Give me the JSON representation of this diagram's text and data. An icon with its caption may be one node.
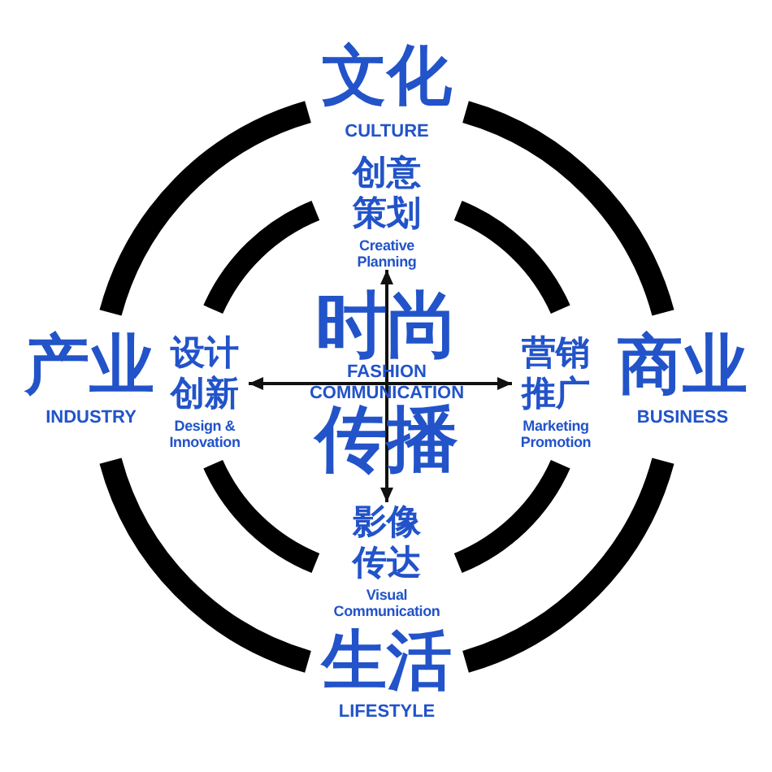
{
  "diagram": {
    "nodes": [
      {
        "text": [
          "创意策划",
          "Creative Planning"
        ]
      },
      {
        "text": [
          "设计创新",
          "Design & Innovation"
        ]
      },
      {
        "text": [
          "时尚",
          "FASHION COMMUNICATION",
          "传播"
        ]
      },
      {
        "text": [
          "营销推广",
          "Marketing Promotion"
        ]
      },
      {
        "text": [
          "影像传达",
          "Visual Communication"
        ]
      }
    ],
    "edges": [
      {
        "from": 2,
        "to": 0,
        "arrow": "to"
      },
      {
        "from": 2,
        "to": 1,
        "arrow": "to"
      },
      {
        "from": 2,
        "to": 3,
        "arrow": "to"
      },
      {
        "from": 2,
        "to": 4,
        "arrow": "to"
      }
    ],
    "labels": [
      "文化",
      "CULTURE",
      "产业",
      "INDUSTRY",
      "商业",
      "BUSINESS",
      "生活",
      "LIFESTYLE"
    ]
  }
}
